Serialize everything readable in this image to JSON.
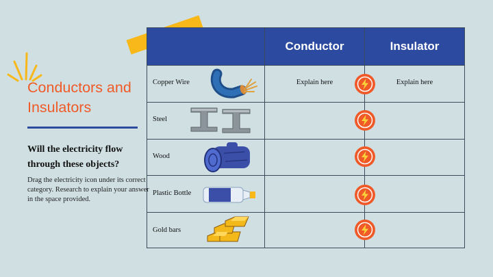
{
  "title": "Conductors and Insulators",
  "subtitle": "Will the electricity flow through these objects?",
  "instructions": "Drag the electricity icon under its correct category. Research to explain your answer in the space provided.",
  "table": {
    "headers": [
      "",
      "Conductor",
      "Insulator"
    ],
    "rows": [
      {
        "label": "Copper Wire",
        "conductor": "Explain here",
        "insulator": "Explain here",
        "icon": "copper-wire-icon"
      },
      {
        "label": "Steel",
        "conductor": "",
        "insulator": "",
        "icon": "steel-beams-icon"
      },
      {
        "label": "Wood",
        "conductor": "",
        "insulator": "",
        "icon": "wood-log-icon"
      },
      {
        "label": "Plastic Bottle",
        "conductor": "",
        "insulator": "",
        "icon": "plastic-bottle-icon"
      },
      {
        "label": "Gold bars",
        "conductor": "",
        "insulator": "",
        "icon": "gold-bars-icon"
      }
    ]
  },
  "colors": {
    "background": "#cfdfe2",
    "header": "#2c4aa0",
    "accent": "#f05a28",
    "tape": "#f9b81a"
  },
  "draggable_icon": "electricity-bolt-icon"
}
